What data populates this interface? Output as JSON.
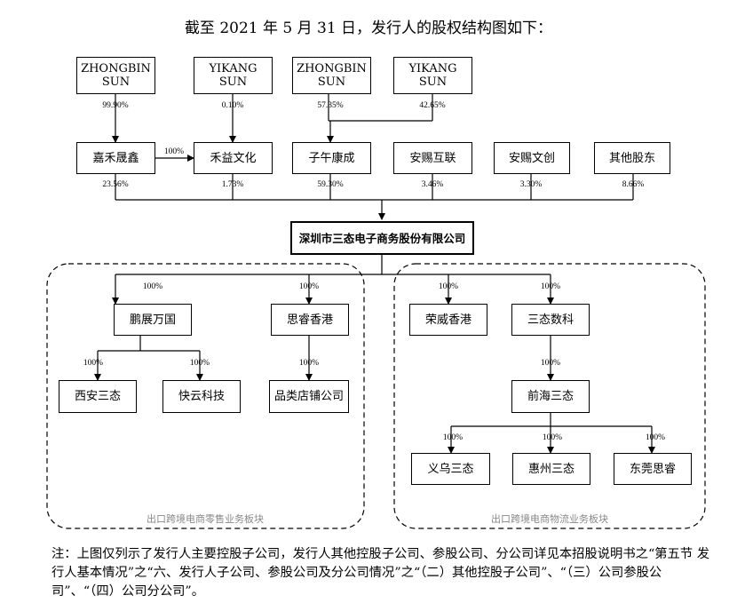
{
  "heading": "截至 2021 年 5 月 31 日，发行人的股权结构图如下：",
  "shareholders_top": [
    {
      "line1": "ZHONGBIN",
      "line2": "SUN"
    },
    {
      "line1": "YIKANG",
      "line2": "SUN"
    },
    {
      "line1": "ZHONGBIN",
      "line2": "SUN"
    },
    {
      "line1": "YIKANG",
      "line2": "SUN"
    }
  ],
  "top_percents": [
    "99.90%",
    "0.10%",
    "57.35%",
    "42.65%"
  ],
  "middle_entities": [
    "嘉禾晟鑫",
    "禾益文化",
    "子午康成",
    "安赐互联",
    "安赐文创",
    "其他股东"
  ],
  "jiahe_to_heyi_percent": "100%",
  "middle_percents": [
    "23.56%",
    "1.73%",
    "59.30%",
    "3.46%",
    "3.30%",
    "8.66%"
  ],
  "issuer": "深圳市三态电子商务股份有限公司",
  "retail_segment": {
    "label": "出口跨境电商零售业务板块",
    "level1": [
      "鹏展万国",
      "思睿香港"
    ],
    "level1_percents": [
      "100%",
      "100%"
    ],
    "level2": [
      "西安三态",
      "快云科技",
      "品类店铺公司"
    ],
    "level2_percents": [
      "100%",
      "100%",
      "100%"
    ]
  },
  "logistics_segment": {
    "label": "出口跨境电商物流业务板块",
    "level1": [
      "荣威香港",
      "三态数科"
    ],
    "level1_percents": [
      "100%",
      "100%"
    ],
    "level2": "前海三态",
    "level2_percent": "100%",
    "level3": [
      "义乌三态",
      "惠州三态",
      "东莞思睿"
    ],
    "level3_percents": [
      "100%",
      "100%",
      "100%"
    ]
  },
  "note": "注：上图仅列示了发行人主要控股子公司，发行人其他控股子公司、参股公司、分公司详见本招股说明书之“第五节 发行人基本情况”之“六、发行人子公司、参股公司及分公司情况”之“（二）其他控股子公司”、“（三）公司参股公司”、“（四）公司分公司”。"
}
